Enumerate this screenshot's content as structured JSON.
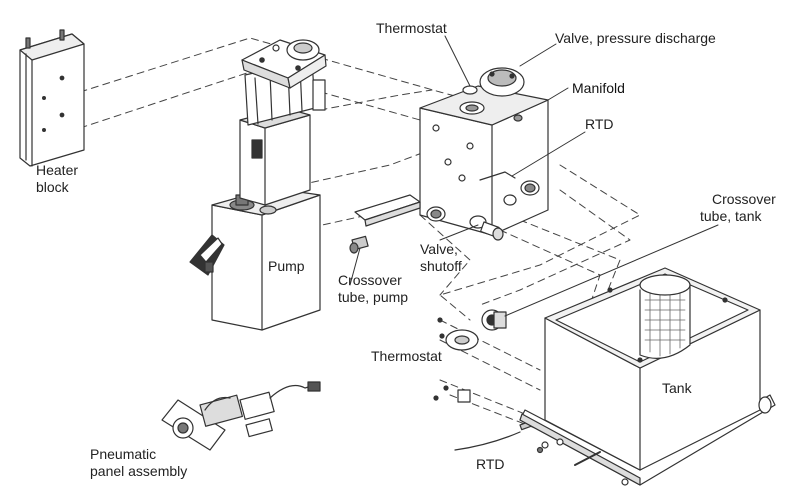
{
  "labels": {
    "heater_block": "Heater\nblock",
    "thermostat_top": "Thermostat",
    "valve_pressure_discharge": "Valve, pressure discharge",
    "manifold": "Manifold",
    "rtd_top": "RTD",
    "crossover_tube_tank_line1": "Crossover",
    "crossover_tube_tank_line2": "tube, tank",
    "pump": "Pump",
    "crossover_tube_pump": "Crossover\ntube, pump",
    "valve_shutoff": "Valve,\nshutoff",
    "thermostat_bottom": "Thermostat",
    "tank": "Tank",
    "pneumatic_panel_assembly": "Pneumatic\npanel assembly",
    "rtd_bottom": "RTD"
  },
  "colors": {
    "line": "#333333",
    "body_fill": "#ffffff",
    "shade": "#dcdcdc",
    "dark": "#555555"
  }
}
